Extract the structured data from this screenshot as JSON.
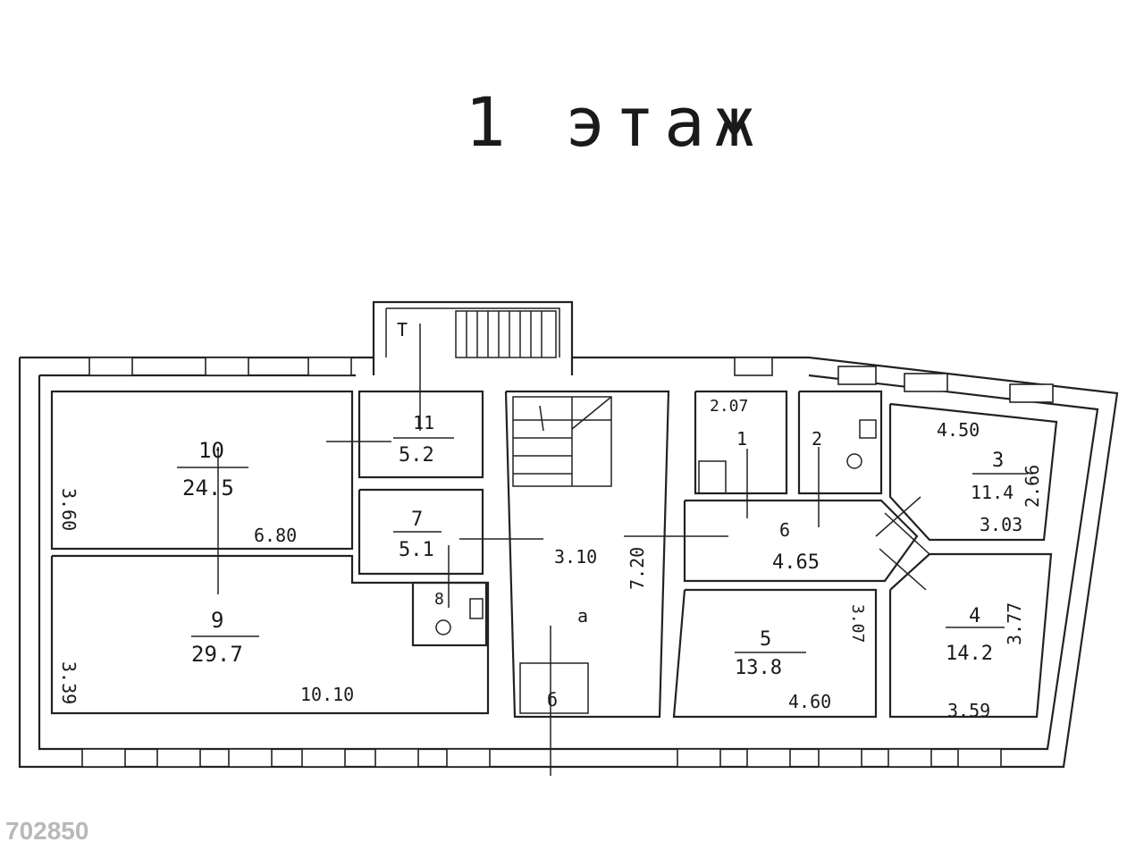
{
  "title": "1 этаж",
  "watermark": "702850",
  "rooms": [
    {
      "id": "1",
      "number": "1",
      "area": ""
    },
    {
      "id": "2",
      "number": "2",
      "area": ""
    },
    {
      "id": "3",
      "number": "3",
      "area": "11.4"
    },
    {
      "id": "4",
      "number": "4",
      "area": "14.2"
    },
    {
      "id": "5",
      "number": "5",
      "area": "13.8"
    },
    {
      "id": "6",
      "number": "6",
      "area": "4.65"
    },
    {
      "id": "7",
      "number": "7",
      "area": "5.1"
    },
    {
      "id": "8",
      "number": "8",
      "area": ""
    },
    {
      "id": "9",
      "number": "9",
      "area": "29.7"
    },
    {
      "id": "10",
      "number": "10",
      "area": "24.5"
    },
    {
      "id": "11",
      "number": "11",
      "area": "5.2"
    },
    {
      "id": "T",
      "number": "T",
      "area": ""
    }
  ],
  "dimensions": {
    "d_3_60": "3.60",
    "d_6_80": "6.80",
    "d_3_39": "3.39",
    "d_10_10": "10.10",
    "d_3_10": "3.10",
    "d_7_20": "7.20",
    "d_2_07": "2.07",
    "d_4_50": "4.50",
    "d_2_66": "2.66",
    "d_3_03": "3.03",
    "d_3_07": "3.07",
    "d_4_60": "4.60",
    "d_3_77": "3.77",
    "d_3_59": "3.59"
  },
  "corridor_labels": {
    "a": "а",
    "b": "б"
  },
  "colors": {
    "ink": "#1a1a1a",
    "background": "#ffffff",
    "watermark": "#b9b9b9"
  }
}
